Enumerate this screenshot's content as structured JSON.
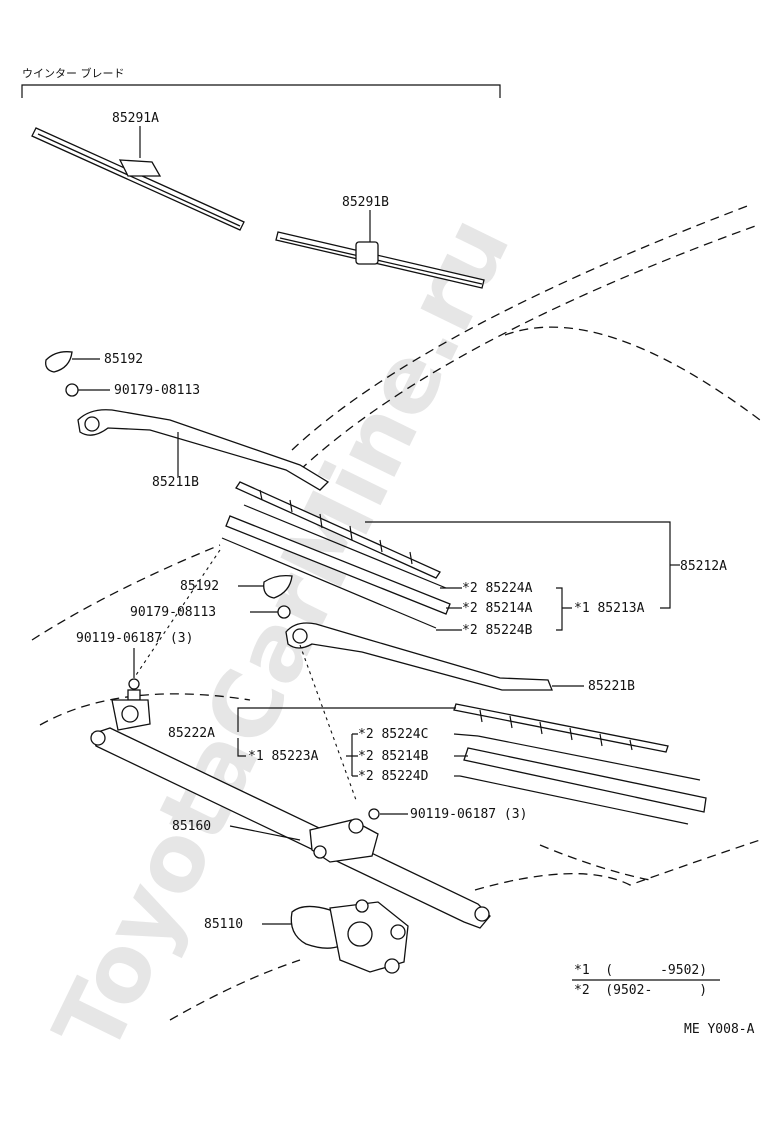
{
  "header": {
    "group_label": "ウインター ブレード"
  },
  "watermark": "ToyotaCarMine.ru",
  "drawing_code": "ME Y008-A",
  "legend": {
    "line1": "*1  (      -9502)",
    "line2": "*2  (9502-      )"
  },
  "parts": {
    "winter_blade_a": "85291A",
    "winter_blade_b": "85291B",
    "cap_upper": "85192",
    "nut_upper": "90179-08113",
    "arm_left": "85211B",
    "blade_assy_a": "85212A",
    "cap_lower": "85192",
    "nut_lower": "90179-08113",
    "bolt_left": "90119-06187 (3)",
    "rubber_a": "*2 85224A",
    "insert_a": "*2 85214A",
    "rubber_b": "*2 85224B",
    "rubber_group_a": "*1 85213A",
    "arm_right": "85221B",
    "blade_assy_b": "85222A",
    "rubber_group_b": "*1 85223A",
    "rubber_c": "*2 85224C",
    "insert_b": "*2 85214B",
    "rubber_d": "*2 85224D",
    "bolt_right": "90119-06187 (3)",
    "link_assy": "85160",
    "motor": "85110"
  }
}
